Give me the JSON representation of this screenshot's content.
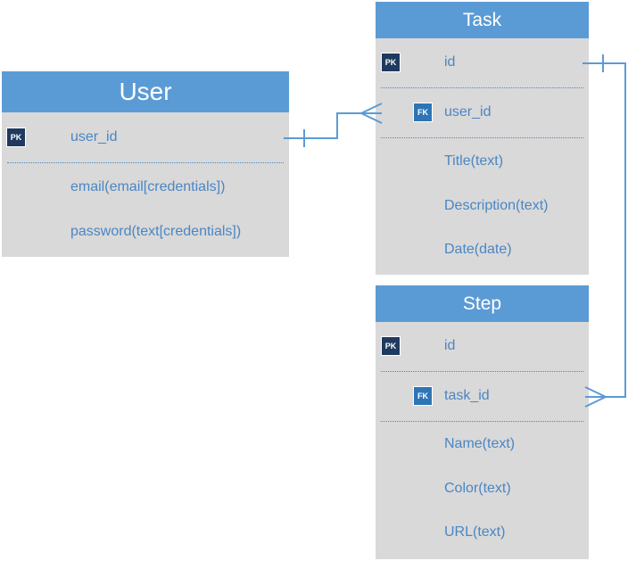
{
  "colors": {
    "header": "#5b9bd5",
    "body": "#d9d9d9",
    "text": "#4a86c4",
    "pk_badge": "#1f3a5f",
    "fk_badge": "#2e75b6",
    "line": "#5b9bd5"
  },
  "entities": {
    "user": {
      "title": "User",
      "rows": [
        {
          "key": "PK",
          "label": "user_id"
        },
        {
          "key": "",
          "label": "email(email[credentials])"
        },
        {
          "key": "",
          "label": "password(text[credentials])"
        }
      ]
    },
    "task": {
      "title": "Task",
      "rows": [
        {
          "key": "PK",
          "label": "id"
        },
        {
          "key": "FK",
          "label": "user_id"
        },
        {
          "key": "",
          "label": "Title(text)"
        },
        {
          "key": "",
          "label": "Description(text)"
        },
        {
          "key": "",
          "label": "Date(date)"
        }
      ]
    },
    "step": {
      "title": "Step",
      "rows": [
        {
          "key": "PK",
          "label": "id"
        },
        {
          "key": "FK",
          "label": "task_id"
        },
        {
          "key": "",
          "label": "Name(text)"
        },
        {
          "key": "",
          "label": "Color(text)"
        },
        {
          "key": "",
          "label": "URL(text)"
        }
      ]
    }
  },
  "relationships": [
    {
      "from": "User.user_id",
      "to": "Task.user_id",
      "cardinality": "one-to-many"
    },
    {
      "from": "Task.id",
      "to": "Step.task_id",
      "cardinality": "one-to-many"
    }
  ]
}
